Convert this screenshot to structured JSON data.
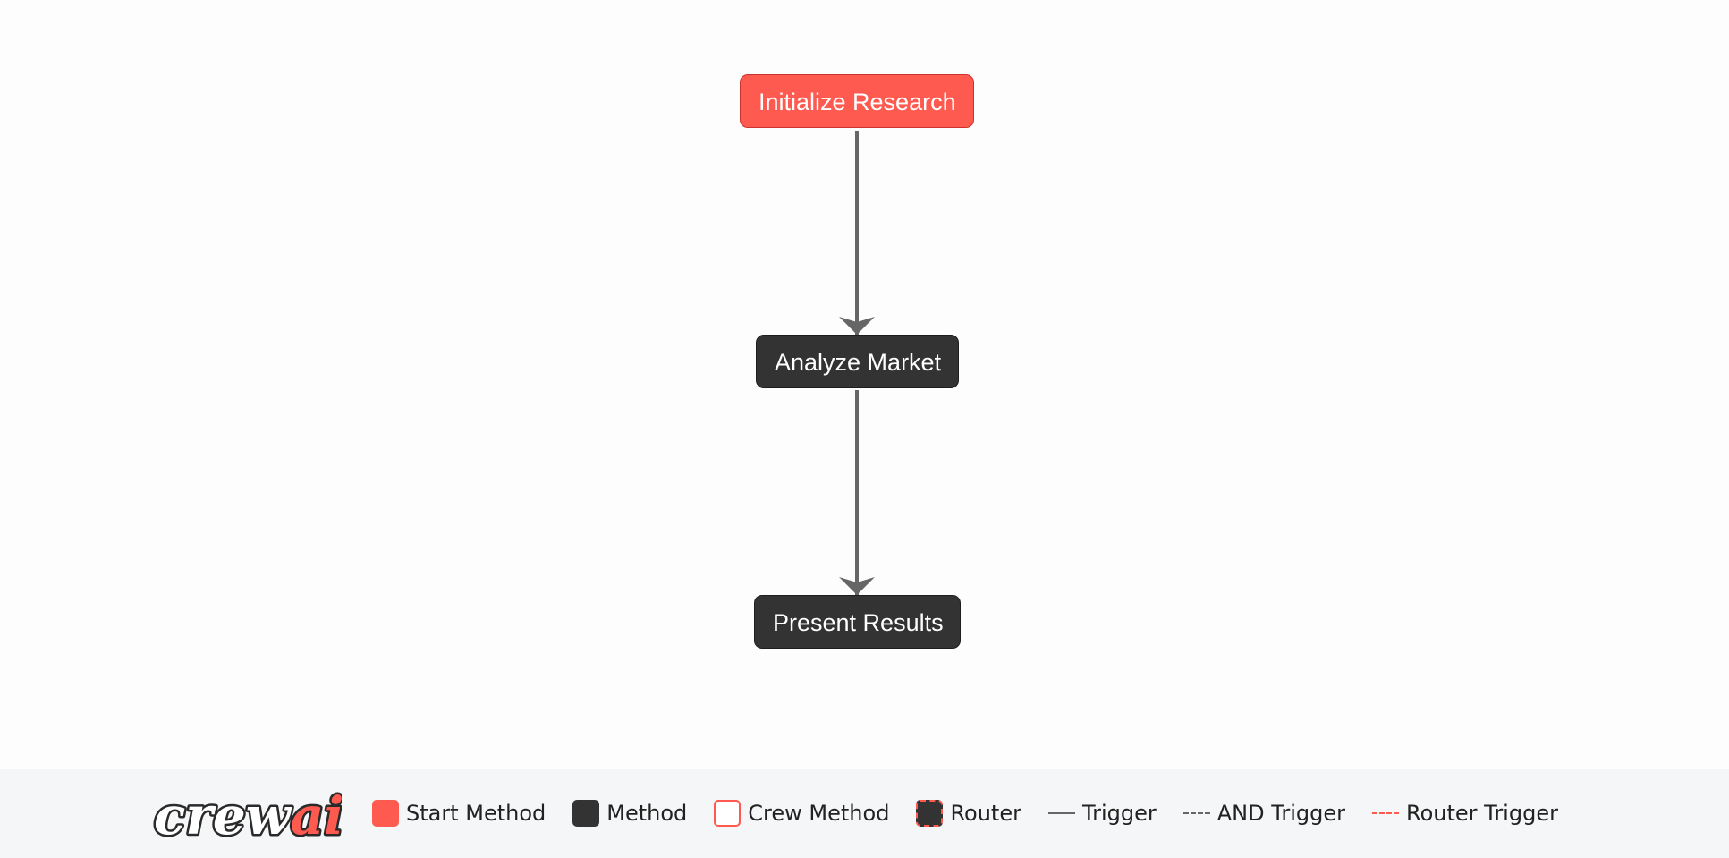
{
  "colors": {
    "start": "#ff5a50",
    "method": "#333333",
    "edge": "#666666",
    "background": "#fdfdfd",
    "legend_background": "#f5f6f7"
  },
  "logo": {
    "text_main": "crew",
    "text_accent": "ai"
  },
  "nodes": [
    {
      "id": "initialize",
      "label": "Initialize Research",
      "type": "start"
    },
    {
      "id": "analyze",
      "label": "Analyze Market",
      "type": "method"
    },
    {
      "id": "present",
      "label": "Present Results",
      "type": "method"
    }
  ],
  "edges": [
    {
      "from": "initialize",
      "to": "analyze",
      "style": "trigger"
    },
    {
      "from": "analyze",
      "to": "present",
      "style": "trigger"
    }
  ],
  "legend": {
    "start_method": "Start Method",
    "method": "Method",
    "crew_method": "Crew Method",
    "router": "Router",
    "trigger": "Trigger",
    "and_trigger": "AND Trigger",
    "router_trigger": "Router Trigger"
  }
}
